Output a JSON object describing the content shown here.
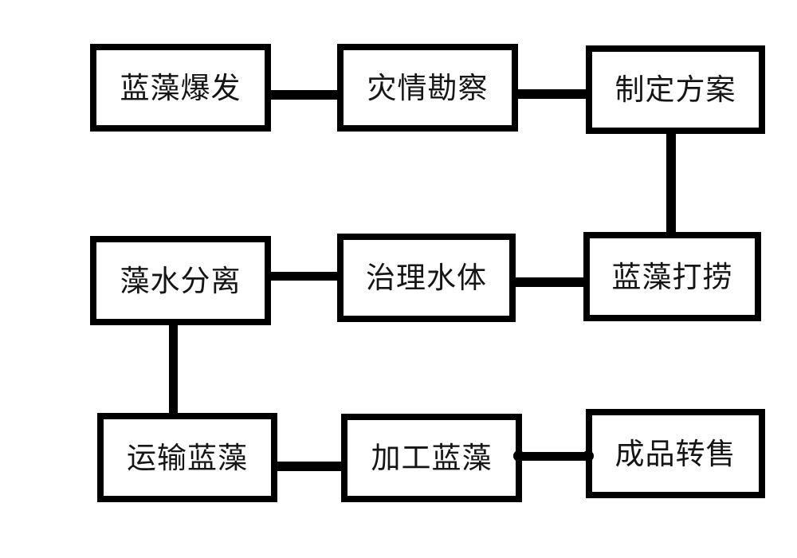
{
  "diagram": {
    "type": "flowchart",
    "colors": {
      "line": "#000000",
      "background": "#ffffff",
      "text": "#151515"
    },
    "nodes": [
      {
        "id": "outbreak",
        "label": "蓝藻爆发"
      },
      {
        "id": "survey",
        "label": "灾情勘察"
      },
      {
        "id": "plan",
        "label": "制定方案"
      },
      {
        "id": "separation",
        "label": "藻水分离"
      },
      {
        "id": "treat",
        "label": "治理水体"
      },
      {
        "id": "salvage",
        "label": "蓝藻打捞"
      },
      {
        "id": "transport",
        "label": "运输蓝藻"
      },
      {
        "id": "process",
        "label": "加工蓝藻"
      },
      {
        "id": "resale",
        "label": "成品转售"
      }
    ],
    "edges": [
      {
        "from": "蓝藻爆发",
        "to": "灾情勘察"
      },
      {
        "from": "灾情勘察",
        "to": "制定方案"
      },
      {
        "from": "制定方案",
        "to": "蓝藻打捞"
      },
      {
        "from": "蓝藻打捞",
        "to": "治理水体"
      },
      {
        "from": "治理水体",
        "to": "藻水分离"
      },
      {
        "from": "藻水分离",
        "to": "运输蓝藻"
      },
      {
        "from": "运输蓝藻",
        "to": "加工蓝藻"
      },
      {
        "from": "加工蓝藻",
        "to": "成品转售"
      }
    ]
  }
}
